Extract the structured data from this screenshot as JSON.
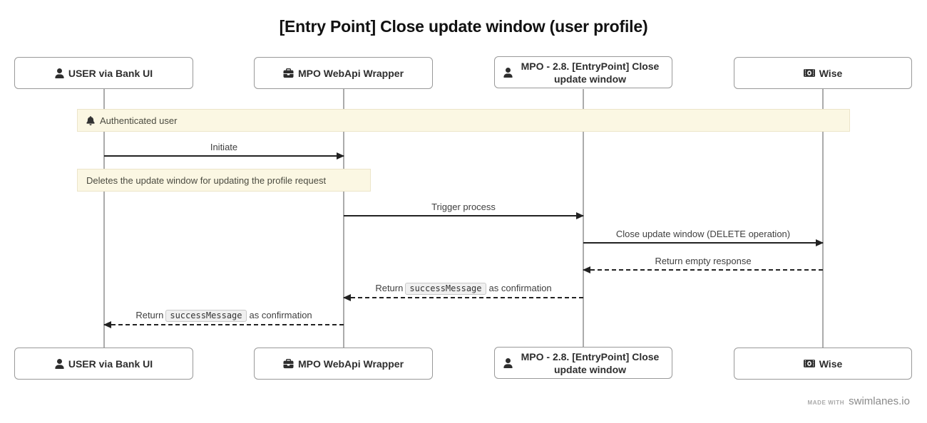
{
  "title": "[Entry Point] Close update window (user profile)",
  "colors": {
    "note_background": "#fbf7e3",
    "note_border": "#ece5c9",
    "arrow": "#222222",
    "lifeline": "#ababab",
    "actor_border": "#999999"
  },
  "actors": [
    {
      "label": "USER via Bank UI",
      "icon": "user-icon"
    },
    {
      "label": "MPO WebApi Wrapper",
      "icon": "briefcase-icon"
    },
    {
      "label": "MPO - 2.8. [EntryPoint] Close update window",
      "icon": "person-icon"
    },
    {
      "label": "Wise",
      "icon": "banknote-icon"
    }
  ],
  "notes": [
    {
      "label": "Authenticated user",
      "icon": "bell-icon",
      "span": "all-lifelines"
    },
    {
      "label": "Deletes the update window for updating the profile request",
      "span": "left"
    }
  ],
  "messages": [
    {
      "label": "Initiate",
      "from": "USER via Bank UI",
      "to": "MPO WebApi Wrapper",
      "style": "solid"
    },
    {
      "label": "Trigger process",
      "from": "MPO WebApi Wrapper",
      "to": "MPO - 2.8. [EntryPoint] Close update window",
      "style": "solid"
    },
    {
      "label": "Close update window (DELETE operation)",
      "from": "MPO - 2.8. [EntryPoint] Close update window",
      "to": "Wise",
      "style": "solid"
    },
    {
      "label": "Return empty response",
      "from": "Wise",
      "to": "MPO - 2.8. [EntryPoint] Close update window",
      "style": "dashed"
    },
    {
      "label_prefix": "Return",
      "label_code": "successMessage",
      "label_suffix": "as confirmation",
      "from": "MPO - 2.8. [EntryPoint] Close update window",
      "to": "MPO WebApi Wrapper",
      "style": "dashed"
    },
    {
      "label_prefix": "Return",
      "label_code": "successMessage",
      "label_suffix": "as confirmation",
      "from": "MPO WebApi Wrapper",
      "to": "USER via Bank UI",
      "style": "dashed"
    }
  ],
  "footer": {
    "made_with": "MADE WITH",
    "brand": "swimlanes.io"
  }
}
